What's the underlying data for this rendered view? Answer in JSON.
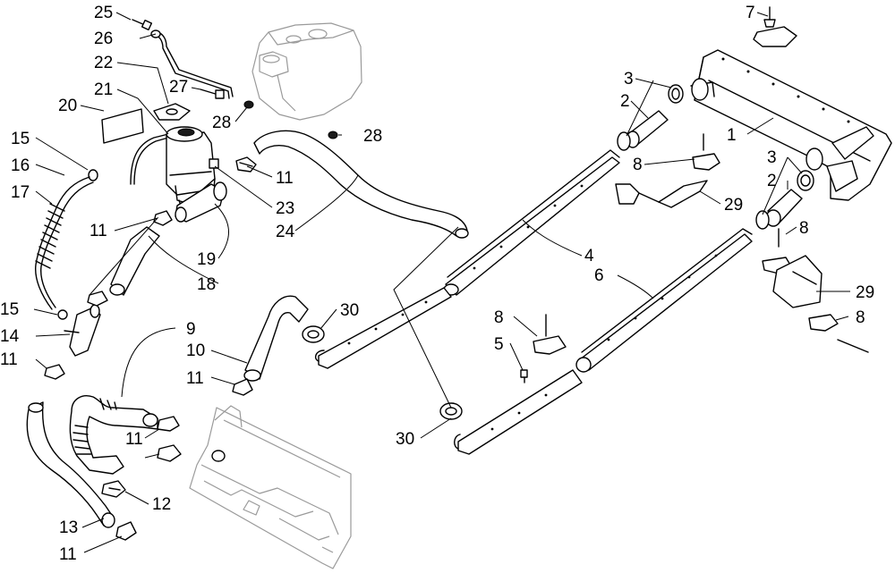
{
  "callouts": [
    {
      "id": "c25",
      "text": "25"
    },
    {
      "id": "c26",
      "text": "26"
    },
    {
      "id": "c22",
      "text": "22"
    },
    {
      "id": "c27",
      "text": "27"
    },
    {
      "id": "c21",
      "text": "21"
    },
    {
      "id": "c28a",
      "text": "28"
    },
    {
      "id": "c20",
      "text": "20"
    },
    {
      "id": "c28b",
      "text": "28"
    },
    {
      "id": "c15a",
      "text": "15"
    },
    {
      "id": "c16",
      "text": "16"
    },
    {
      "id": "c11a",
      "text": "11"
    },
    {
      "id": "c17",
      "text": "17"
    },
    {
      "id": "c23",
      "text": "23"
    },
    {
      "id": "c24",
      "text": "24"
    },
    {
      "id": "c11b",
      "text": "11"
    },
    {
      "id": "c19",
      "text": "19"
    },
    {
      "id": "c18",
      "text": "18"
    },
    {
      "id": "c15b",
      "text": "15"
    },
    {
      "id": "c14",
      "text": "14"
    },
    {
      "id": "c11c",
      "text": "11"
    },
    {
      "id": "c9",
      "text": "9"
    },
    {
      "id": "c10",
      "text": "10"
    },
    {
      "id": "c11d",
      "text": "11"
    },
    {
      "id": "c30a",
      "text": "30"
    },
    {
      "id": "c11e",
      "text": "11"
    },
    {
      "id": "c12",
      "text": "12"
    },
    {
      "id": "c13",
      "text": "13"
    },
    {
      "id": "c11f",
      "text": "11"
    },
    {
      "id": "c30b",
      "text": "30"
    },
    {
      "id": "c7",
      "text": "7"
    },
    {
      "id": "c3a",
      "text": "3"
    },
    {
      "id": "c2a",
      "text": "2"
    },
    {
      "id": "c1",
      "text": "1"
    },
    {
      "id": "c8a",
      "text": "8"
    },
    {
      "id": "c3b",
      "text": "3"
    },
    {
      "id": "c2b",
      "text": "2"
    },
    {
      "id": "c29a",
      "text": "29"
    },
    {
      "id": "c4",
      "text": "4"
    },
    {
      "id": "c8b",
      "text": "8"
    },
    {
      "id": "c6",
      "text": "6"
    },
    {
      "id": "c29b",
      "text": "29"
    },
    {
      "id": "c8c",
      "text": "8"
    },
    {
      "id": "c8d",
      "text": "8"
    },
    {
      "id": "c5",
      "text": "5"
    }
  ]
}
